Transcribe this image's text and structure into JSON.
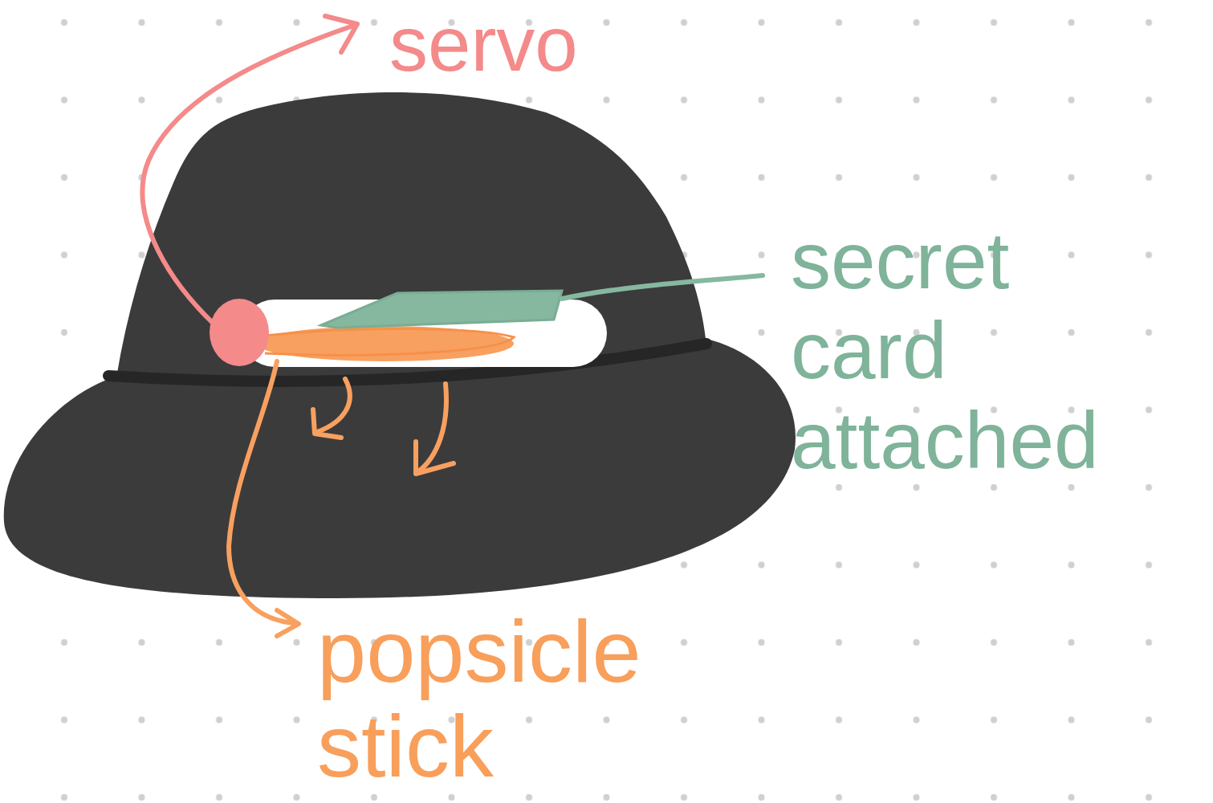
{
  "diagram": {
    "labels": [
      "servo",
      "secret card attached",
      "popsicle stick"
    ]
  }
}
